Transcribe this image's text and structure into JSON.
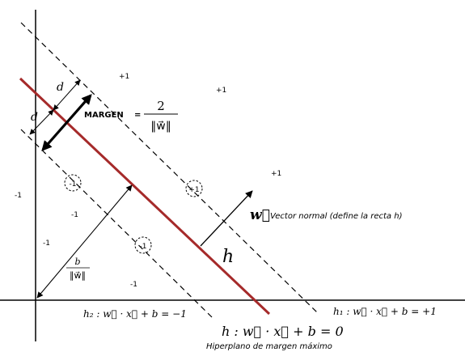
{
  "labels": {
    "plus_one": "+1",
    "minus_one": "-1",
    "d": "d",
    "margin_word": "MARGEN",
    "margin_eq": "=",
    "margin_num": "2",
    "margin_den": "‖w⃗‖",
    "w_symbol": "w⃗",
    "normal_caption": "Vector normal (define la recta h)",
    "h": "h",
    "b_over_w_num": "b",
    "b_over_w_den": "‖w⃗‖",
    "eq_h1": "h₁ : w⃗ · x⃗  +  b = +1",
    "eq_h2": "h₂ : w⃗ · x⃗  +  b = −1",
    "eq_h": "h : w⃗ · x⃗  +  b = 0",
    "hyperplane_caption": "Hiperplano de margen máximo"
  },
  "colors": {
    "hyperplane": "#a52a2a",
    "ink": "#000000"
  }
}
